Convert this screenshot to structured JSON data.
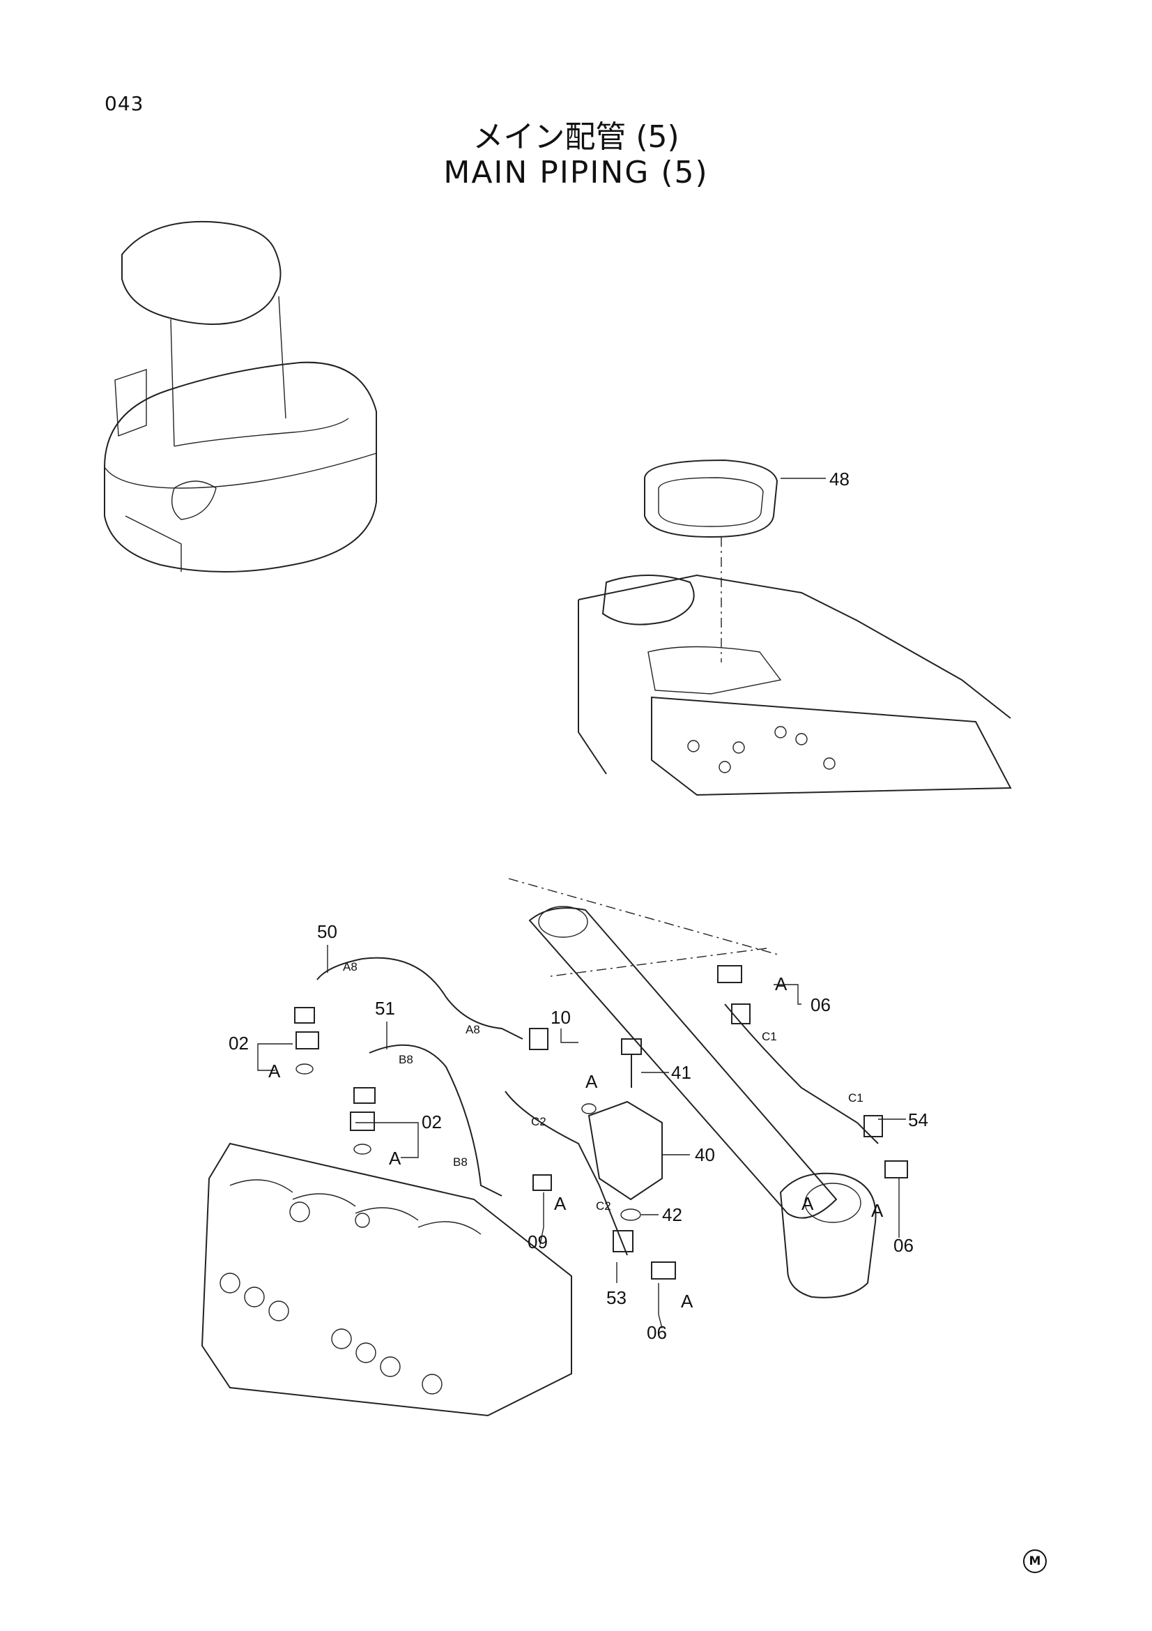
{
  "page_number": "043",
  "title_ja": "メイン配管 (5)",
  "title_en": "MAIN PIPING (5)",
  "mark": "M",
  "callouts": {
    "c48": "48",
    "c50": "50",
    "c51": "51",
    "c10": "10",
    "c41": "41",
    "c40": "40",
    "c42": "42",
    "c54": "54",
    "c53": "53",
    "c09": "09",
    "c02a": "02",
    "c02b": "02",
    "c06a": "06",
    "c06b": "06",
    "c06c": "06"
  },
  "refs": {
    "a1": "A",
    "a2": "A",
    "a3": "A",
    "a4": "A",
    "a5": "A",
    "a6": "A",
    "a7": "A",
    "a8": "A"
  },
  "hose_marks": {
    "a8a": "A8",
    "a8b": "A8",
    "b8a": "B8",
    "b8b": "B8",
    "c2a": "C2",
    "c2b": "C2",
    "c1a": "C1",
    "c1b": "C1"
  }
}
